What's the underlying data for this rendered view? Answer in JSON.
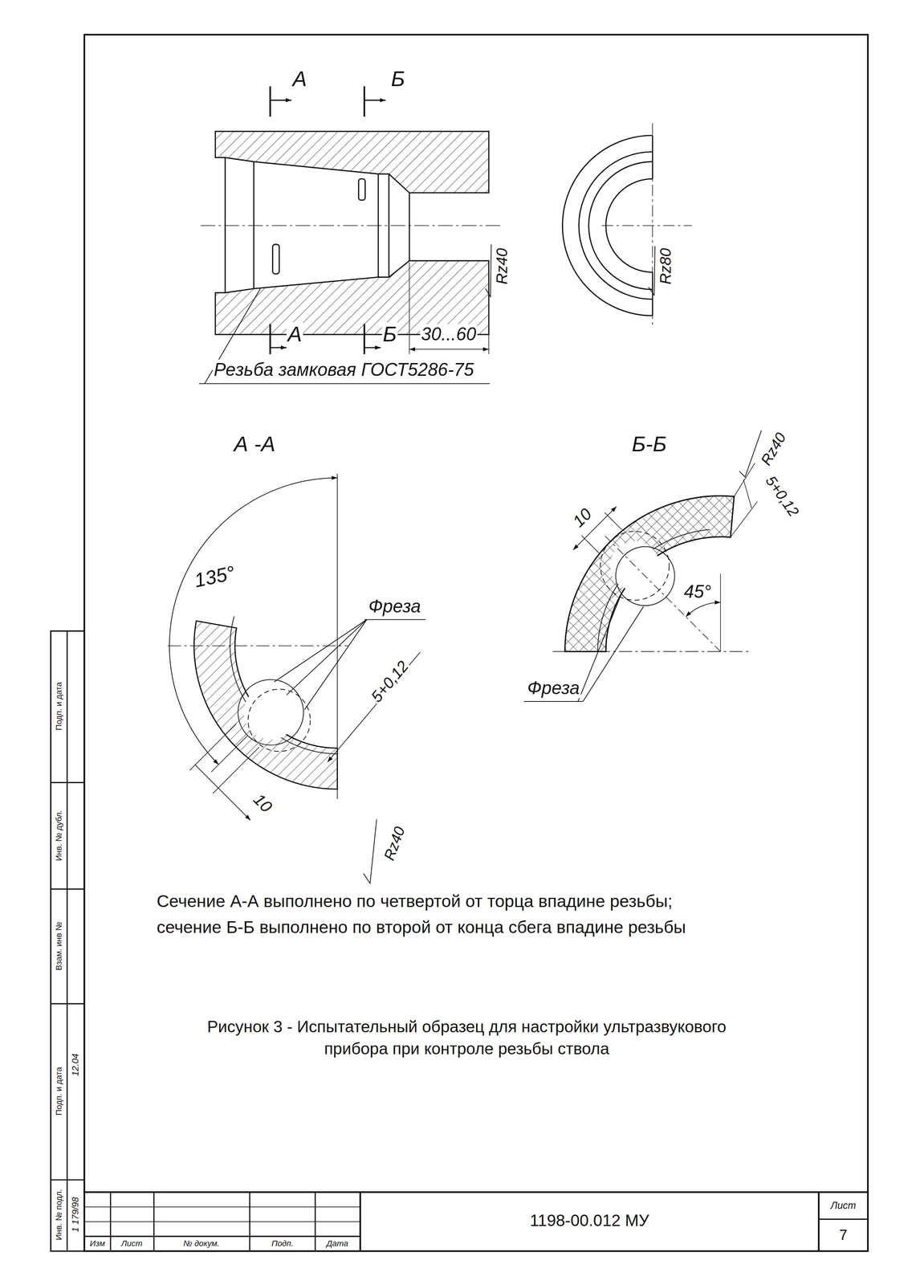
{
  "diagram": {
    "caption": "Рисунок 3 - Испытательный образец для настройки ультразвукового прибора при контроле резьбы ствола",
    "labels": [
      "А",
      "Б",
      "А",
      "Б",
      "30...60",
      "Rz40",
      "Rz80",
      "Резьба замковая ГОСТ5286-75",
      "А -А",
      "Б-Б",
      "135°",
      "Фреза",
      "5+0,12",
      "10",
      "Rz40",
      "Rz40",
      "5+0,12",
      "10",
      "45°",
      "Фреза",
      "Сечение  А-А  выполнено по четвертой от торца впадине резьбы;",
      "сечение  Б-Б  выполнено по второй от конца сбега впадине резьбы",
      "1198-00.012 МУ",
      "Лист",
      "7",
      "Изм",
      "Лист",
      "№ докум.",
      "Подп.",
      "Дата",
      "Инв. № подл.",
      "Подп. и дата",
      "Взам. инв №",
      "Инв. № дубл.",
      "Подп. и дата",
      "1 179/98",
      "12.04"
    ]
  }
}
